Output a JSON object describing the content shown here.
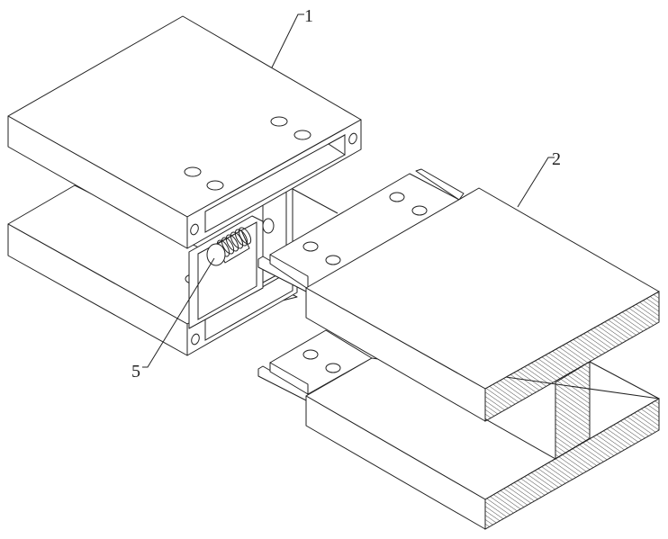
{
  "figure": {
    "labels": [
      {
        "id": "1",
        "text": "1"
      },
      {
        "id": "2",
        "text": "2"
      },
      {
        "id": "5",
        "text": "5"
      }
    ],
    "line_color": "#222222",
    "background": "#ffffff"
  }
}
